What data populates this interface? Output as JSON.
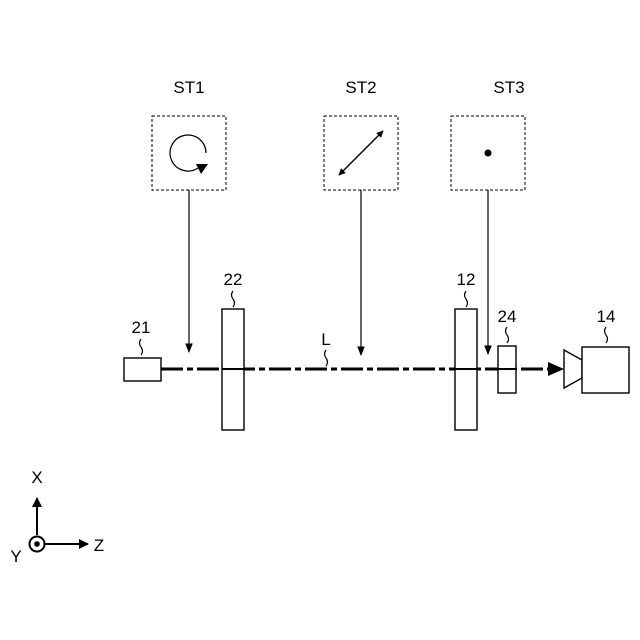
{
  "states": [
    {
      "label": "ST1",
      "icon": "circular-polarization-icon"
    },
    {
      "label": "ST2",
      "icon": "linear-polarization-icon"
    },
    {
      "label": "ST3",
      "icon": "dot-icon"
    }
  ],
  "components": {
    "light_source": "21",
    "element_22": "22",
    "element_12": "12",
    "element_24": "24",
    "camera": "14"
  },
  "beam_label": "L",
  "axes": {
    "x": "X",
    "y": "Y",
    "z": "Z"
  }
}
